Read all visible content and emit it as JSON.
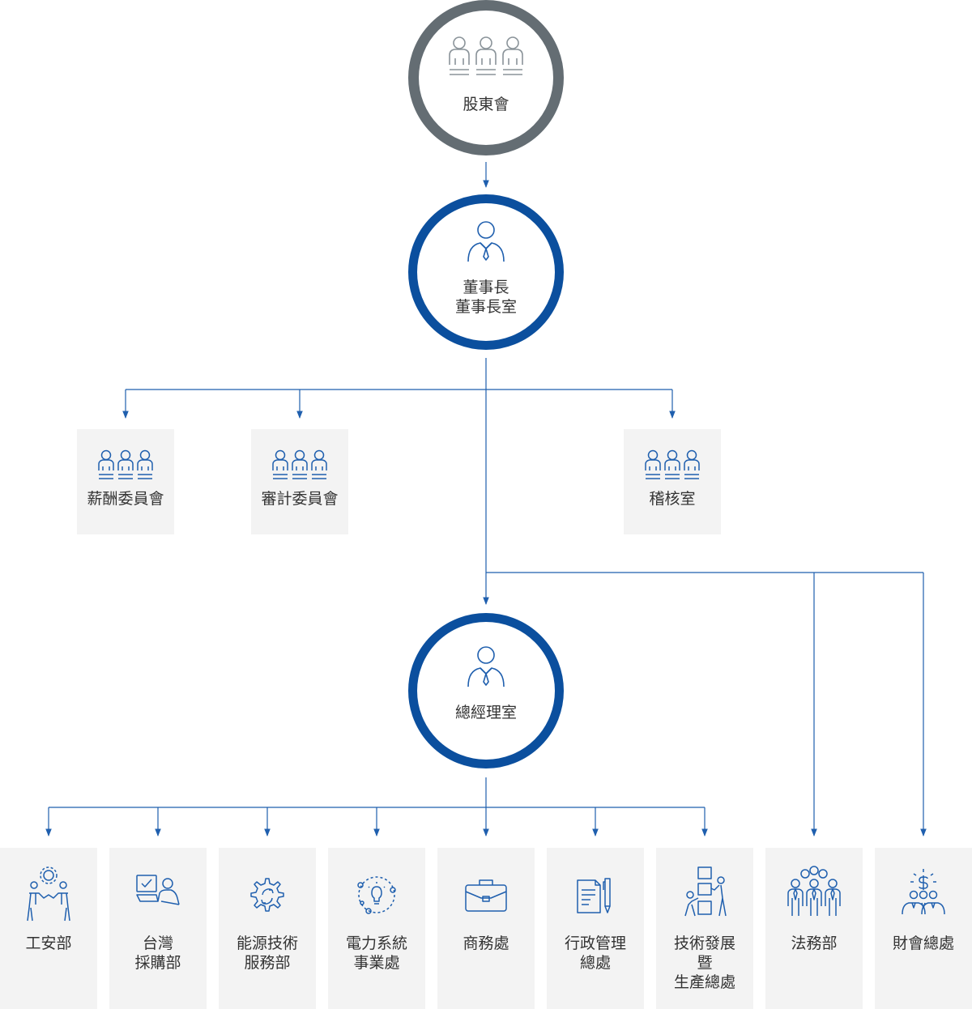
{
  "nodes": {
    "shareholders": {
      "lines": [
        "股東會"
      ],
      "icon": "three-people-icon",
      "border_color": "#646d73"
    },
    "chairman": {
      "lines": [
        "董事長",
        "董事長室"
      ],
      "icon": "businessman-icon",
      "border_color": "#0b4f9e"
    },
    "general_manager": {
      "lines": [
        "總經理室"
      ],
      "icon": "businessman-icon",
      "border_color": "#0b4f9e"
    }
  },
  "committees": [
    {
      "lines": [
        "薪酬委員會"
      ],
      "icon": "committee-icon"
    },
    {
      "lines": [
        "審計委員會"
      ],
      "icon": "committee-icon"
    },
    {
      "lines": [
        "稽核室"
      ],
      "icon": "committee-icon"
    }
  ],
  "departments": [
    {
      "lines": [
        "工安部"
      ],
      "icon": "gear-teamwork-icon"
    },
    {
      "lines": [
        "台灣",
        "採購部"
      ],
      "icon": "procurement-icon"
    },
    {
      "lines": [
        "能源技術",
        "服務部"
      ],
      "icon": "gear-cycle-icon"
    },
    {
      "lines": [
        "電力系統",
        "事業處"
      ],
      "icon": "lightbulb-network-icon"
    },
    {
      "lines": [
        "商務處"
      ],
      "icon": "briefcase-icon"
    },
    {
      "lines": [
        "行政管理",
        "總處"
      ],
      "icon": "document-pen-icon"
    },
    {
      "lines": [
        "技術發展",
        "暨",
        "生產總處"
      ],
      "icon": "workers-boxes-icon"
    },
    {
      "lines": [
        "法務部"
      ],
      "icon": "team-icon"
    },
    {
      "lines": [
        "財會總處"
      ],
      "icon": "finance-team-icon"
    }
  ],
  "colors": {
    "primary_blue": "#0b4f9e",
    "icon_blue": "#1f5fae",
    "shareholder_gray": "#646d73",
    "box_background": "#f3f3f3",
    "connector_line": "#1f5fae"
  }
}
